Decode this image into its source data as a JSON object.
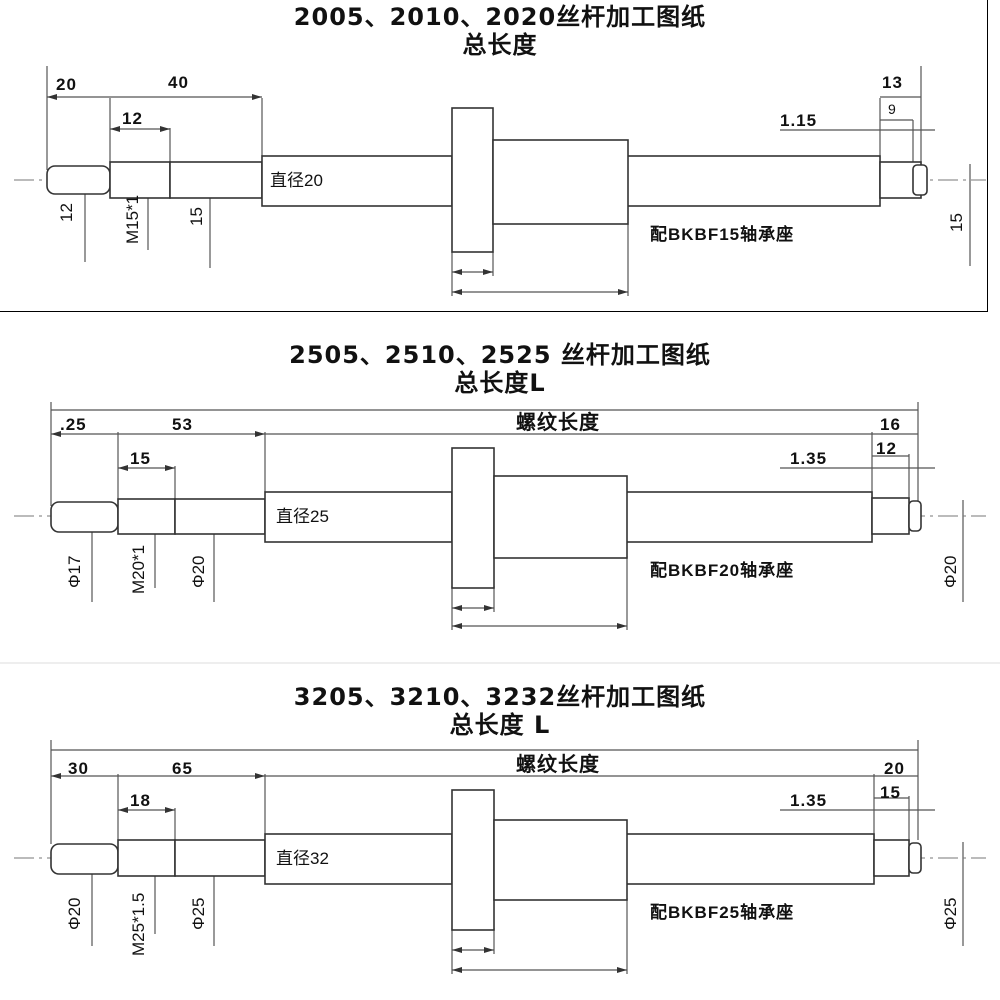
{
  "panels": [
    {
      "title": "2005、2010、2020丝杆加工图纸",
      "subtitle": "总长度",
      "thread_label": "",
      "dims": {
        "seg1": "20",
        "seg2": "40",
        "thread": "12",
        "right_total": "13",
        "right_inner": "9",
        "groove": "1.15",
        "left_dia": "12",
        "thread_dia": "M15*1",
        "step_dia": "15",
        "screw_dia": "直径20",
        "end_dia": "15"
      },
      "bearing": "配BKBF15轴承座"
    },
    {
      "title": "2505、2510、2525 丝杆加工图纸",
      "subtitle": "总长度L",
      "thread_label": "螺纹长度",
      "dims": {
        "seg1": ".25",
        "seg2": "53",
        "thread": "15",
        "right_total": "16",
        "right_inner": "12",
        "groove": "1.35",
        "left_dia": "Φ17",
        "thread_dia": "M20*1",
        "step_dia": "Φ20",
        "screw_dia": "直径25",
        "end_dia": "Φ20"
      },
      "bearing": "配BKBF20轴承座"
    },
    {
      "title": "3205、3210、3232丝杆加工图纸",
      "subtitle": "总长度 L",
      "thread_label": "螺纹长度",
      "dims": {
        "seg1": "30",
        "seg2": "65",
        "thread": "18",
        "right_total": "20",
        "right_inner": "15",
        "groove": "1.35",
        "left_dia": "Φ20",
        "thread_dia": "M25*1.5",
        "step_dia": "Φ25",
        "screw_dia": "直径32",
        "end_dia": "Φ25"
      },
      "bearing": "配BKBF25轴承座"
    }
  ]
}
